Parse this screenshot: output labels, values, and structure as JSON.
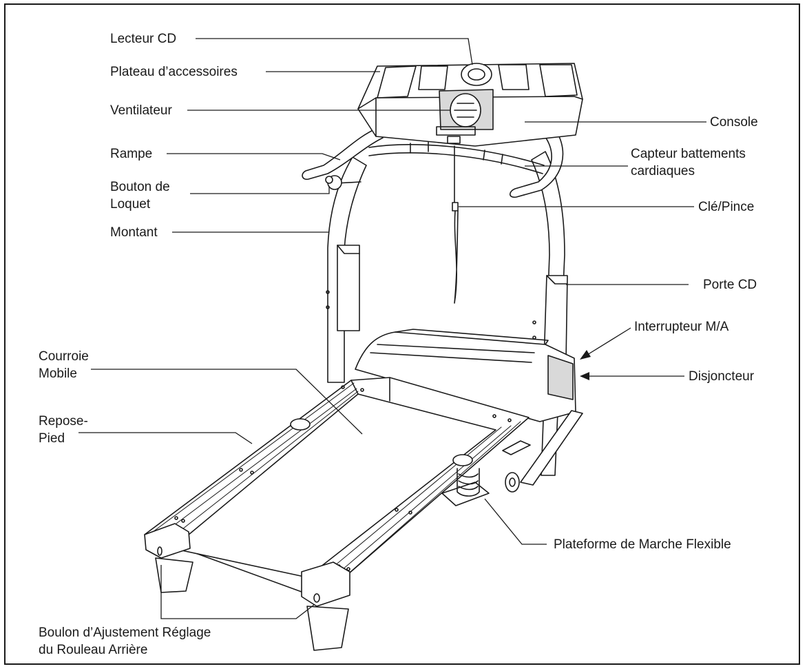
{
  "labels": {
    "lecteur_cd": "Lecteur CD",
    "plateau": "Plateau d’accessoires",
    "ventilateur": "Ventilateur",
    "rampe": "Rampe",
    "bouton_line1": "Bouton de",
    "bouton_line2": "Loquet",
    "montant": "Montant",
    "courroie_line1": "Courroie",
    "courroie_line2": "Mobile",
    "repose_line1": "Repose-",
    "repose_line2": "Pied",
    "boulon_line1": "Boulon d’Ajustement Réglage",
    "boulon_line2": "du Rouleau Arrière",
    "console": "Console",
    "capteur_line1": "Capteur battements",
    "capteur_line2": "cardiaques",
    "cle": "Clé/Pince",
    "porte_cd": "Porte CD",
    "interrupteur": "Interrupteur M/A",
    "disjoncteur": "Disjoncteur",
    "plateforme": "Plateforme de Marche Flexible"
  },
  "colors": {
    "ink": "#1a1a1a",
    "paper": "#ffffff",
    "shade": "#d9d9d9"
  }
}
